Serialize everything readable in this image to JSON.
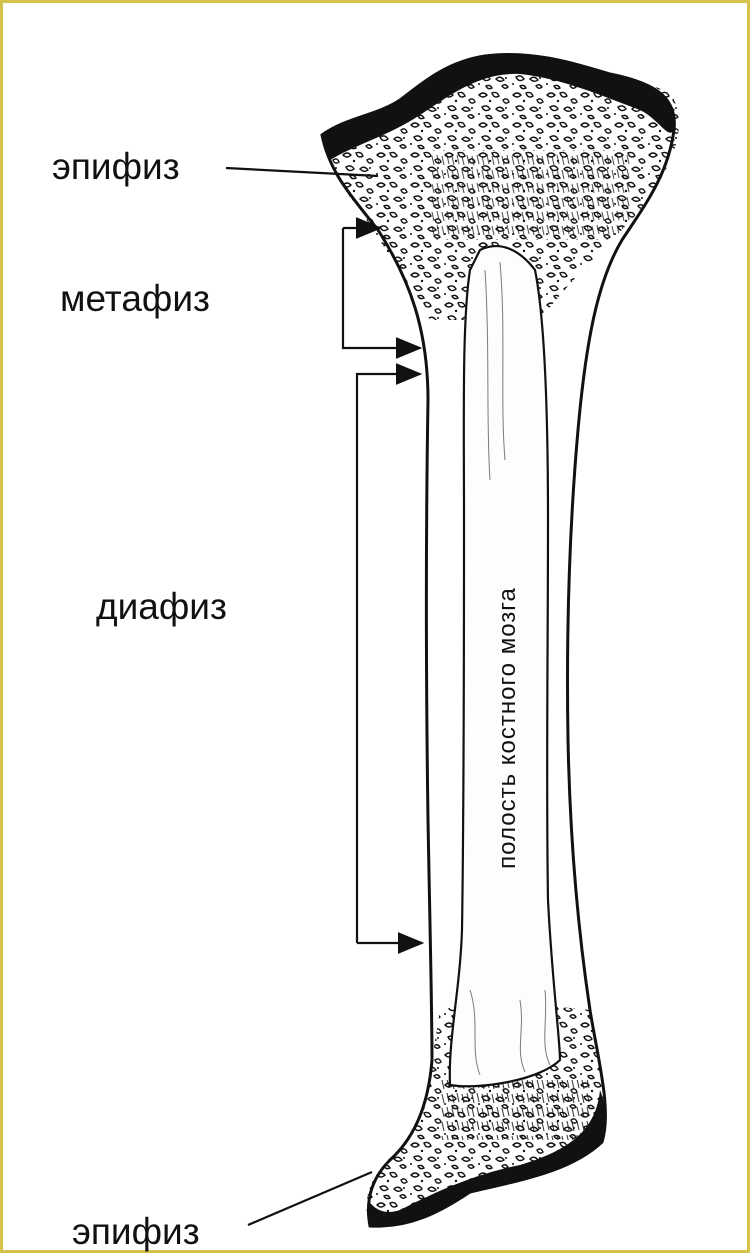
{
  "labels": {
    "epiphysis_top": "эпифиз",
    "metaphysis": "метафиз",
    "diaphysis": "диафиз",
    "marrow_cavity": "полость костного мозга",
    "epiphysis_bottom": "эпифиз"
  },
  "colors": {
    "frame_border": "#d4c24a",
    "background": "#ffffff",
    "ink": "#111111"
  }
}
